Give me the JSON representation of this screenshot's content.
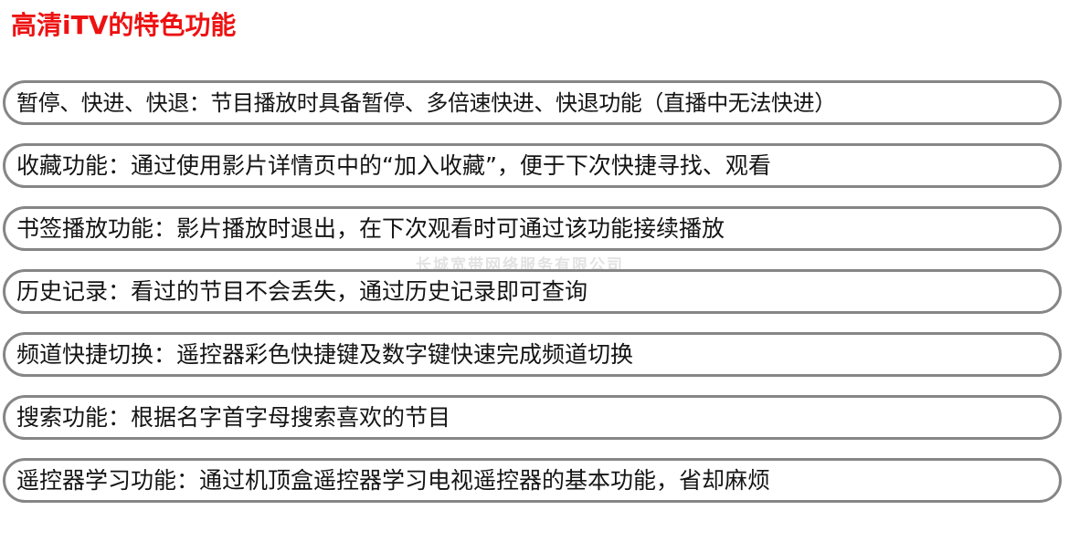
{
  "slide": {
    "title": "高清iTV的特色功能",
    "title_color": "#ee1111",
    "background_color": "#ffffff",
    "border_color": "#868686",
    "text_color": "#141414",
    "watermark": "长城宽带网络服务有限公司"
  },
  "features": [
    {
      "text": "暂停、快进、快退：节目播放时具备暂停、多倍速快进、快退功能（直播中无法快进）"
    },
    {
      "text": "收藏功能：通过使用影片详情页中的“加入收藏”，便于下次快捷寻找、观看"
    },
    {
      "text": "书签播放功能：影片播放时退出，在下次观看时可通过该功能接续播放"
    },
    {
      "text": "历史记录：看过的节目不会丢失，通过历史记录即可查询"
    },
    {
      "text": "频道快捷切换：遥控器彩色快捷键及数字键快速完成频道切换"
    },
    {
      "text": "搜索功能：根据名字首字母搜索喜欢的节目"
    },
    {
      "text": "遥控器学习功能：通过机顶盒遥控器学习电视遥控器的基本功能，省却麻烦"
    }
  ]
}
